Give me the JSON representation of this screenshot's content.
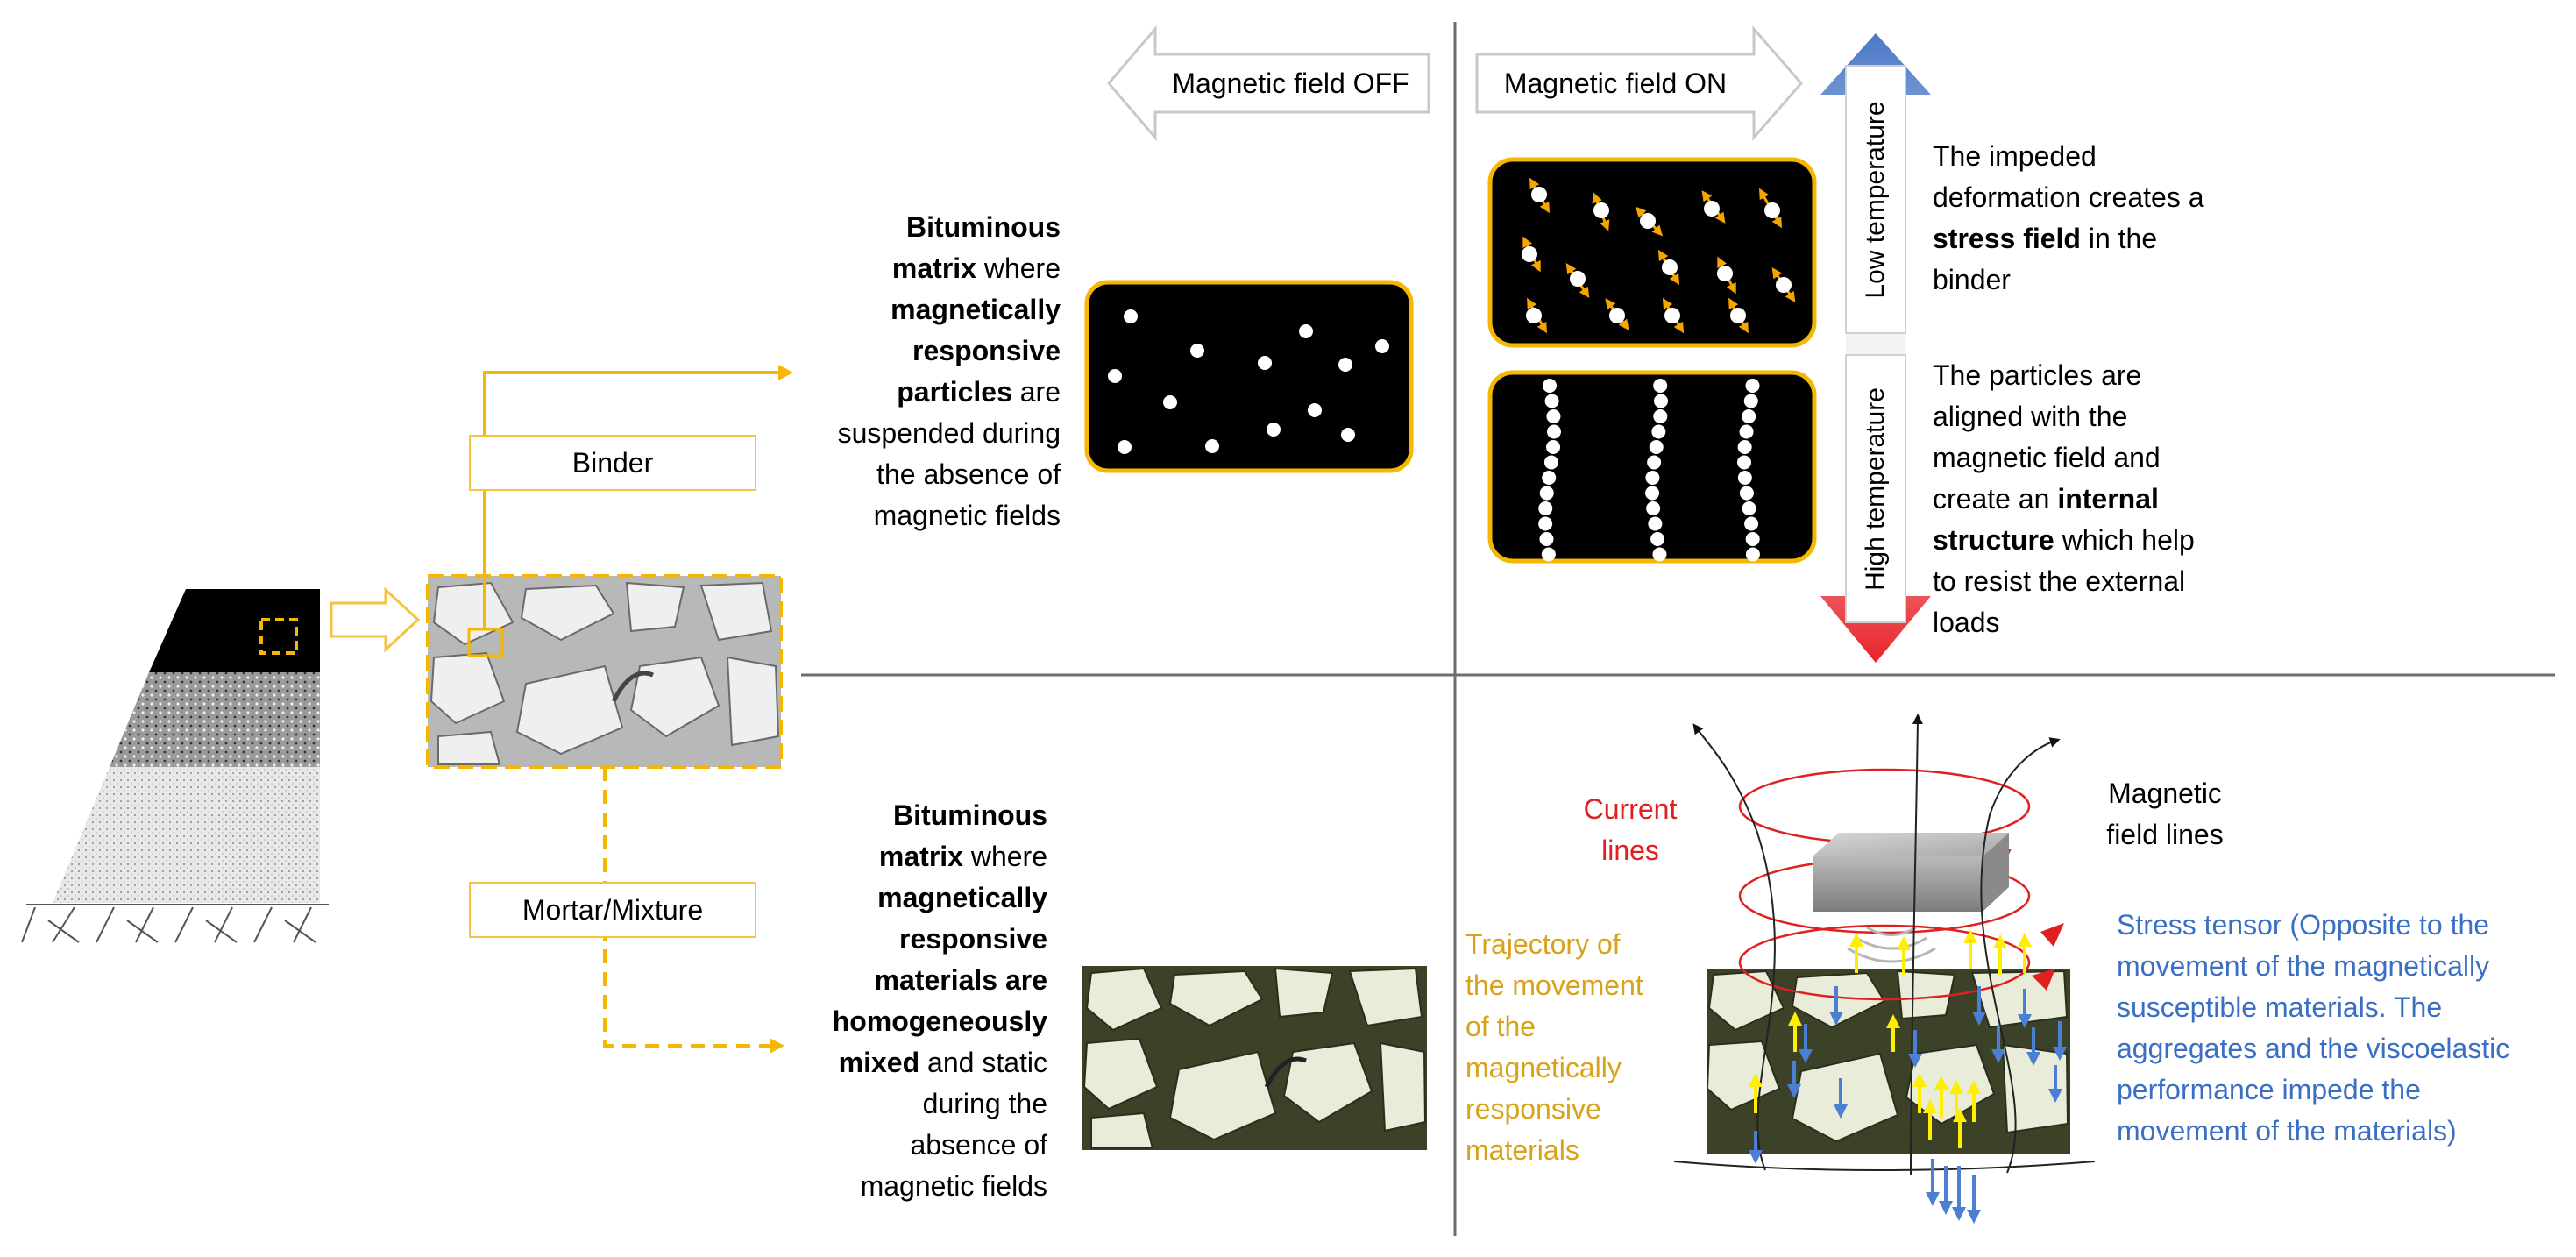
{
  "header": {
    "field_off": "Magnetic field OFF",
    "field_on": "Magnetic field ON"
  },
  "temperature": {
    "low": "Low temperature",
    "high": "High temperature"
  },
  "labels": {
    "binder": "Binder",
    "mortar": "Mortar/Mixture",
    "current_lines_1": "Current",
    "current_lines_2": "lines",
    "field_lines_1": "Magnetic",
    "field_lines_2": "field lines"
  },
  "binder_desc": {
    "l1": "Bituminous",
    "l2a": "matrix",
    "l2b": " where",
    "l3": "magnetically",
    "l4": "responsive",
    "l5a": "particles",
    "l5b": " are",
    "l6": "suspended during",
    "l7": "the absence of",
    "l8": "magnetic fields"
  },
  "mortar_desc": {
    "l1": "Bituminous",
    "l2a": "matrix",
    "l2b": " where",
    "l3": "magnetically",
    "l4": "responsive",
    "l5": "materials are",
    "l6": "homogeneously",
    "l7a": "mixed",
    "l7b": " and static",
    "l8": "during the",
    "l9": "absence of",
    "l10": "magnetic fields"
  },
  "low_desc": {
    "l1": "The impeded",
    "l2": "deformation creates a",
    "l3a": "stress field",
    "l3b": " in the",
    "l4": "binder"
  },
  "high_desc": {
    "l1": "The particles are",
    "l2": "aligned with the",
    "l3": "magnetic field and",
    "l4a": "create an ",
    "l4b": "internal",
    "l5a": "structure",
    "l5b": " which help",
    "l6": "to resist the external",
    "l7": "loads"
  },
  "trajectory_desc": {
    "l1": "Trajectory of",
    "l2": "the movement",
    "l3": "of the",
    "l4": "magnetically",
    "l5": "responsive",
    "l6": "materials"
  },
  "stress_desc": {
    "l1": "Stress tensor (Opposite to the",
    "l2": "movement of the magnetically",
    "l3": "susceptible materials. The",
    "l4": "aggregates and the viscoelastic",
    "l5": "performance impede the",
    "l6": "movement of the materials)"
  },
  "colors": {
    "accent_yellow": "#f5b700",
    "current_red": "#e02020",
    "stress_blue": "#3a6fc4",
    "trajectory_gold": "#d9a21b",
    "arrow_blue": "#4a7fd4",
    "arrow_yellow": "#ffee00"
  }
}
